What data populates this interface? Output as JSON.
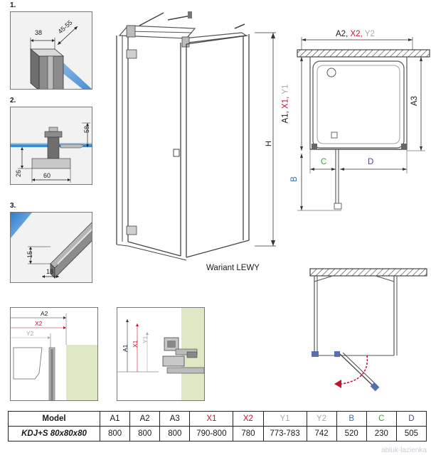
{
  "details": {
    "d1": {
      "number": "1.",
      "dim_width": "38",
      "dim_angle": "45-55"
    },
    "d2": {
      "number": "2.",
      "dim_height": "58",
      "dim_offset": "26",
      "dim_width": "60"
    },
    "d3": {
      "number": "3.",
      "dim_height": "15",
      "dim_width": "18"
    }
  },
  "perspective": {
    "dim_height": "H",
    "variant_label": "Wariant LEWY"
  },
  "plan": {
    "top_label_a": "A2,",
    "top_label_x": "X2,",
    "top_label_y": "Y2",
    "left_label_a": "A1,",
    "left_label_x": "X1,",
    "left_label_y": "Y1",
    "right_label": "A3",
    "bottom_b": "B",
    "bottom_c": "C",
    "bottom_d": "D"
  },
  "bottom_detail": {
    "a2": "A2",
    "x2": "X2",
    "y2": "Y2"
  },
  "side_detail": {
    "a1": "A1",
    "x1": "X1",
    "y1": "Y1"
  },
  "colors": {
    "x_red": "#c8102e",
    "y_gray": "#a8a8a8",
    "b_blue": "#3a6fb0",
    "c_green": "#3aa63a",
    "d_purple": "#5a3c8c",
    "glass_blue": "#3b8fd6",
    "wall_green": "#dfe8c4",
    "frame_gray": "#9a9a9a"
  },
  "table": {
    "headers": [
      "Model",
      "A1",
      "A2",
      "A3",
      "X1",
      "X2",
      "Y1",
      "Y2",
      "B",
      "C",
      "D"
    ],
    "row": [
      "KDJ+S 80x80x80",
      "800",
      "800",
      "800",
      "790-800",
      "780",
      "773-783",
      "742",
      "520",
      "230",
      "505"
    ]
  },
  "watermark": "abluk-lazienka"
}
